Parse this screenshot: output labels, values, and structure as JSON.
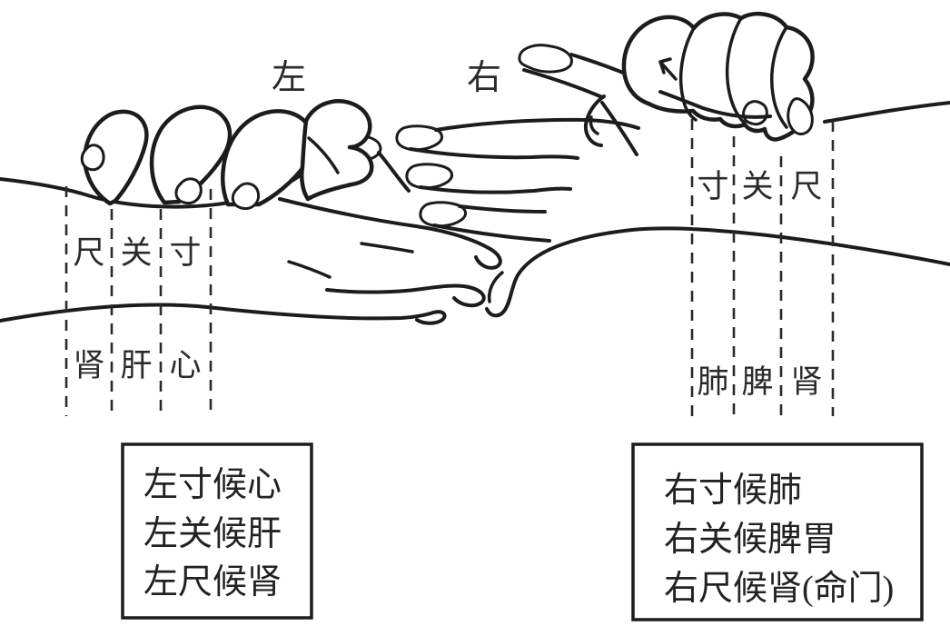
{
  "diagram": {
    "title_left": "左",
    "title_right": "右",
    "left_wrist": {
      "positions": [
        "尺",
        "关",
        "寸"
      ],
      "organs": [
        "肾",
        "肝",
        "心"
      ]
    },
    "right_wrist": {
      "positions": [
        "寸",
        "关",
        "尺"
      ],
      "organs": [
        "肺",
        "脾",
        "肾"
      ]
    },
    "left_box": {
      "lines": [
        "左寸候心",
        "左关候肝",
        "左尺候肾"
      ]
    },
    "right_box": {
      "lines": [
        "右寸候肺",
        "右关候脾胃",
        "右尺候肾(命门)"
      ]
    },
    "colors": {
      "line": "#1c1c1c",
      "background": "#ffffff",
      "text": "#2b2b2b"
    }
  }
}
